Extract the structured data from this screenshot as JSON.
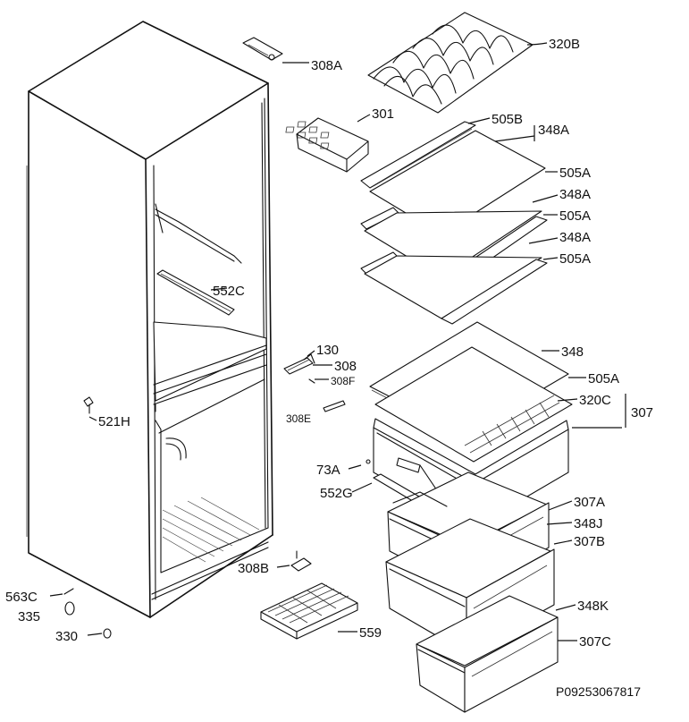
{
  "diagram": {
    "labels": {
      "l308A": "308A",
      "l320B": "320B",
      "l301": "301",
      "l505B": "505B",
      "l348A_top": "348A",
      "l505A_1": "505A",
      "l348A_2": "348A",
      "l505A_2": "505A",
      "l348A_3": "348A",
      "l505A_3": "505A",
      "l552C": "552C",
      "l130": "130",
      "l308": "308",
      "l308F": "308F",
      "l308E": "308E",
      "l348": "348",
      "l505A_4": "505A",
      "l320C": "320C",
      "l307": "307",
      "l521H": "521H",
      "l73A": "73A",
      "l552G": "552G",
      "l307A": "307A",
      "l348J": "348J",
      "l307B": "307B",
      "l308B": "308B",
      "l348K": "348K",
      "l563C": "563C",
      "l335": "335",
      "l559": "559",
      "l330": "330",
      "l307C": "307C"
    },
    "reference_code": "P09253067817"
  }
}
